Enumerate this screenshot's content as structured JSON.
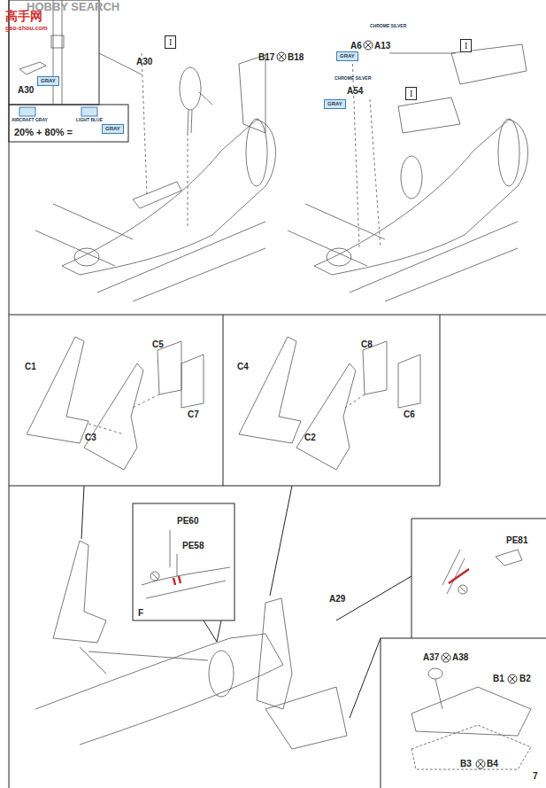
{
  "diagram": {
    "nodes": [
      {
        "text": [
          "GRAY"
        ]
      },
      {
        "text": [
          "GRAY"
        ]
      },
      {
        "text": [
          "I"
        ]
      },
      {
        "text": [
          "GRAY"
        ]
      },
      {
        "text": [
          "I"
        ]
      },
      {
        "text": [
          "I"
        ]
      },
      {
        "text": [
          "GRAY"
        ]
      }
    ],
    "labels": [
      "HOBBY SEARCH",
      "高手网",
      "gao-shou.com",
      "A30",
      "AIRCRAFT GRAY",
      "LIGHT BLUE",
      "20% + 80% =",
      "A30",
      "B17",
      "B18",
      "A6",
      "A13",
      "CHROME SILVER",
      "CHROME SILVER",
      "A54",
      "C1",
      "C3",
      "C5",
      "C7",
      "C4",
      "C8",
      "C2",
      "C6",
      "PE60",
      "PE58",
      "F",
      "A29",
      "PE81",
      "A37",
      "A38",
      "B1",
      "B2",
      "B3",
      "B4",
      "7"
    ]
  }
}
